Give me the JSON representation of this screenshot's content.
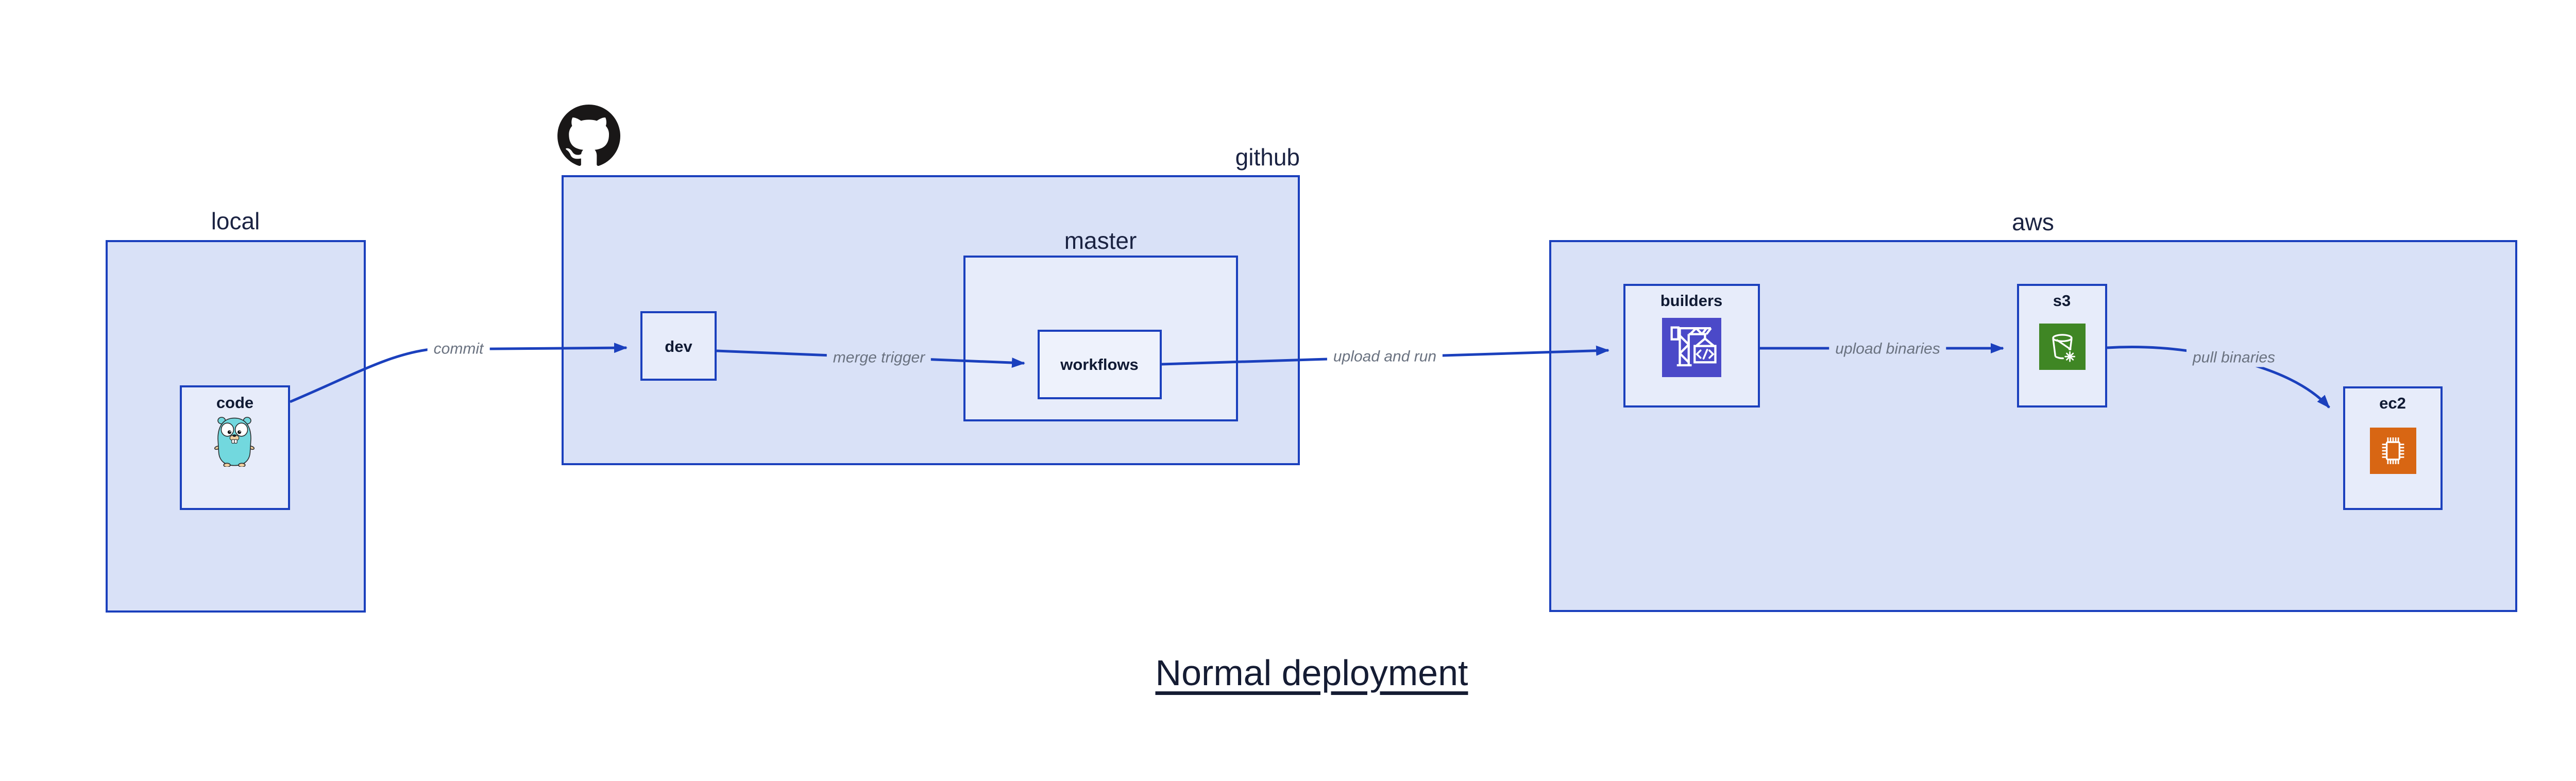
{
  "title": "Normal deployment",
  "containers": {
    "local": {
      "label": "local"
    },
    "github": {
      "label": "github"
    },
    "master": {
      "label": "master"
    },
    "aws": {
      "label": "aws"
    }
  },
  "nodes": {
    "code": {
      "label": "code",
      "icon": "go-gopher-icon"
    },
    "dev": {
      "label": "dev"
    },
    "workflows": {
      "label": "workflows"
    },
    "builders": {
      "label": "builders",
      "icon": "aws-codebuild-icon"
    },
    "s3": {
      "label": "s3",
      "icon": "aws-s3-glacier-bucket-icon"
    },
    "ec2": {
      "label": "ec2",
      "icon": "aws-ec2-chip-icon"
    }
  },
  "edges": {
    "commit": {
      "label": "commit"
    },
    "merge_trigger": {
      "label": "merge trigger"
    },
    "upload_and_run": {
      "label": "upload and run"
    },
    "upload_binaries": {
      "label": "upload binaries"
    },
    "pull_binaries": {
      "label": "pull binaries"
    }
  },
  "icons": {
    "github_logo": "github-octocat-icon"
  },
  "colors": {
    "accent_blue": "#1b40bd",
    "container_fill": "#d9e1f7",
    "node_fill": "#e7ecfa",
    "nested_node_fill": "#eef2fc",
    "label_navy": "#1b2342",
    "edge_label_gray": "#6a7280",
    "codebuild_purple": "#4b49c8",
    "s3_green": "#3f8624",
    "ec2_orange": "#d86613",
    "github_black": "#191717",
    "gopher_teal": "#72d8de"
  }
}
